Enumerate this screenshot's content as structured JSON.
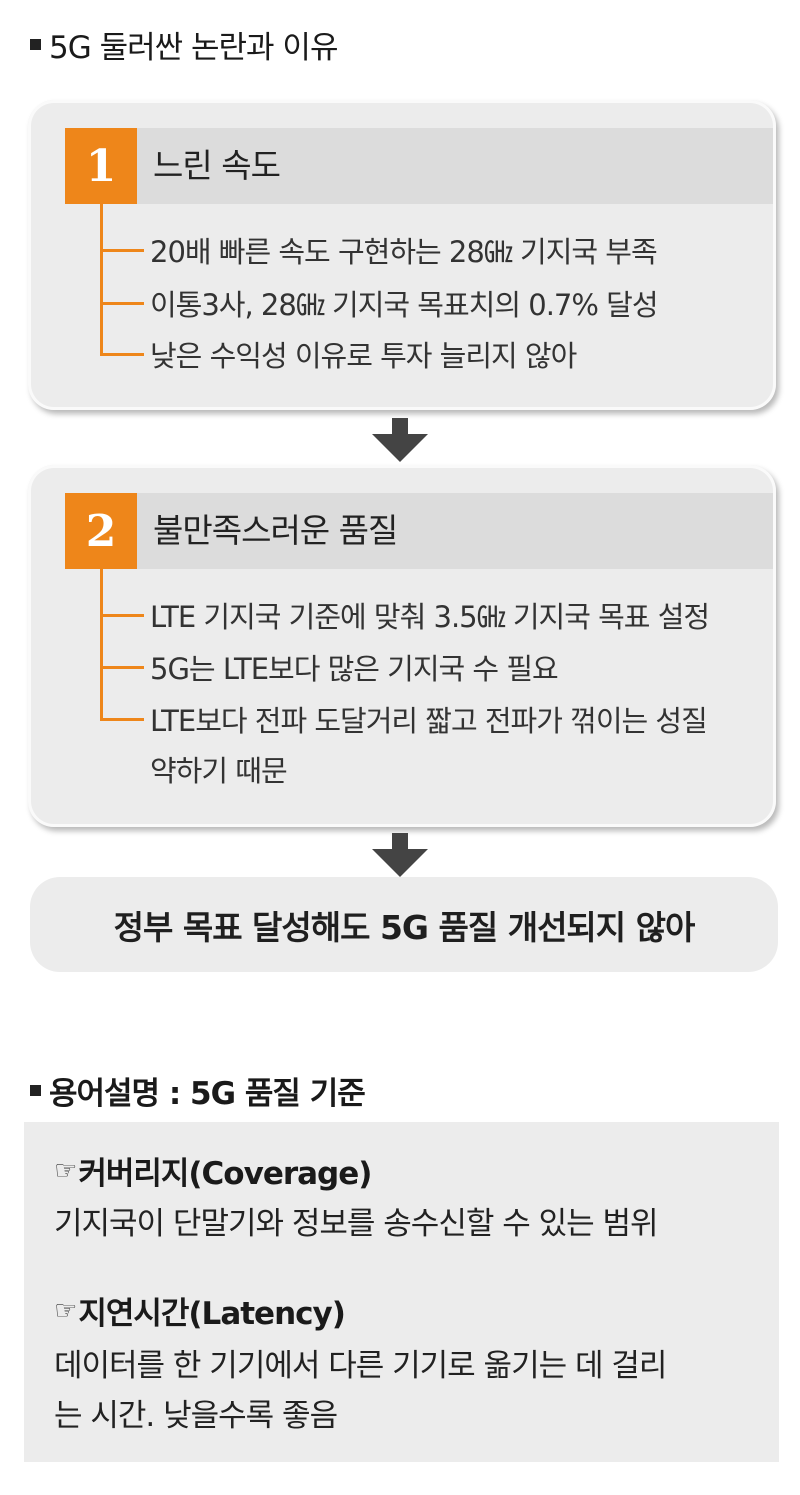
{
  "title": "5G 둘러싼 논란과 이유",
  "steps": [
    {
      "number": "1",
      "heading": "느린 속도",
      "bullets": [
        "20배 빠른 속도 구현하는 28㎓ 기지국 부족",
        "이통3사, 28㎓ 기지국 목표치의 0.7% 달성",
        "낮은 수익성 이유로 투자 늘리지 않아"
      ]
    },
    {
      "number": "2",
      "heading": "불만족스러운 품질",
      "bullets": [
        "LTE 기지국 기준에 맞춰 3.5㎓ 기지국 목표 설정",
        "5G는 LTE보다 많은 기지국 수 필요",
        "LTE보다 전파 도달거리 짧고 전파가 꺾이는 성질"
      ],
      "continuation": "약하기 때문"
    }
  ],
  "result": "정부 목표 달성해도 5G 품질 개선되지 않아",
  "glossary": {
    "title": "용어설명 : 5G 품질 기준",
    "hand_icon": "☞",
    "terms": [
      {
        "term": "커버리지(Coverage)",
        "lines": [
          "기지국이 단말기와 정보를 송수신할 수 있는 범위"
        ]
      },
      {
        "term": "지연시간(Latency)",
        "lines": [
          "데이터를 한 기기에서 다른 기기로 옮기는 데 걸리",
          "는 시간. 낮을수록 좋음"
        ]
      }
    ]
  },
  "colors": {
    "accent": "#ee861a",
    "card_bg": "#ececec",
    "header_bar": "#dcdcdc",
    "arrow": "#444444"
  },
  "icons": {
    "arrow": "arrow-down-icon",
    "bullet_square": "square-bullet-icon",
    "hand": "pointing-hand-icon"
  }
}
